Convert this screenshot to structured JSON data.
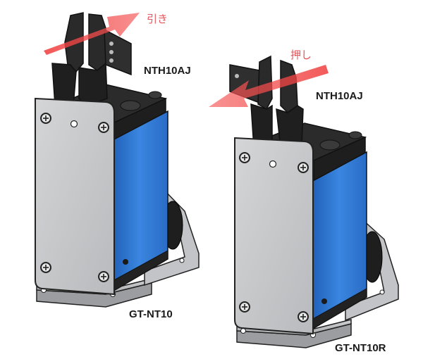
{
  "left_unit": {
    "cutter_model": "NTH10AJ",
    "stand_model": "GT-NT10",
    "direction_label": "引き"
  },
  "right_unit": {
    "cutter_model": "NTH10AJ",
    "stand_model": "GT-NT10R",
    "direction_label": "押し"
  },
  "colors": {
    "arrow": "#f04a4a",
    "body_blue": "#2f78d2",
    "plate_gray": "#c9cacc",
    "blade_black": "#1f1f1f"
  }
}
